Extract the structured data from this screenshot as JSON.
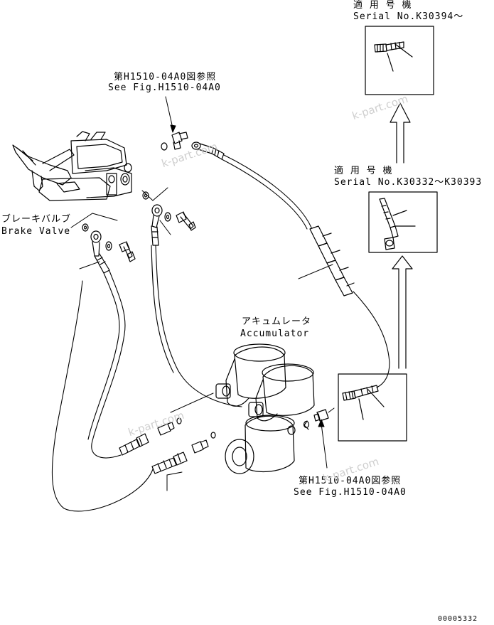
{
  "labels": {
    "serial_top_jp": "適 用 号 機",
    "serial_top": "Serial No.K30394～",
    "serial_mid_jp": "適 用 号 機",
    "serial_mid": "Serial No.K30332～K30393",
    "ref_top_jp": "第H1510-04A0図参照",
    "ref_top_en": "See Fig.H1510-04A0",
    "brake_valve_jp": "ブレーキバルブ",
    "brake_valve_en": "Brake Valve",
    "accumulator_jp": "アキュムレータ",
    "accumulator_en": "Accumulator",
    "ref_bottom_jp": "第H1510-04A0図参照",
    "ref_bottom_en": "See Fig.H1510-04A0",
    "doc_number": "00005332"
  },
  "watermarks": [
    "k-part.com",
    "k-part.com",
    "k-part.com",
    "k-part.com"
  ],
  "colors": {
    "line": "#000000",
    "watermark": "#cfcfcf"
  }
}
